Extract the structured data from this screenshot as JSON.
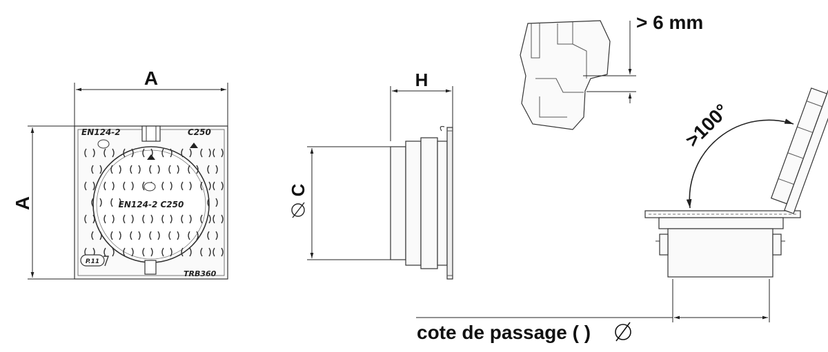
{
  "front_view": {
    "dimension_width": "A",
    "dimension_height": "A",
    "marking_top_left": "EN124-2",
    "marking_top_right": "C250",
    "marking_center": "EN124-2 C250",
    "marking_bottom_right": "TRB360",
    "brand_logo": "P.11"
  },
  "side_view": {
    "dimension_height": "H",
    "dimension_diameter": "C"
  },
  "detail_view": {
    "annotation": "> 6 mm"
  },
  "open_view": {
    "angle_label": ">100°",
    "caption": "cote de passage ( )"
  }
}
